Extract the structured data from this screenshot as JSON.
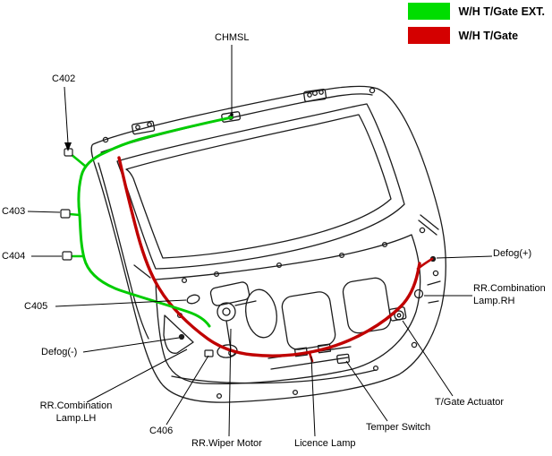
{
  "legend": {
    "items": [
      {
        "label": "W/H T/Gate EXT.",
        "color": "#00dd00"
      },
      {
        "label": "W/H T/Gate",
        "color": "#d40000"
      }
    ]
  },
  "wires": {
    "tgate_ext_color": "#00cc00",
    "tgate_color": "#c00000"
  },
  "callouts": {
    "chmsl": "CHMSL",
    "c402": "C402",
    "c403": "C403",
    "c404": "C404",
    "c405": "C405",
    "defog_minus": "Defog(-)",
    "rr_combination_lh": {
      "line1": "RR.Combination",
      "line2": "Lamp.LH"
    },
    "c406": "C406",
    "rr_wiper_motor": "RR.Wiper Motor",
    "licence_lamp": "Licence Lamp",
    "temper_switch": "Temper Switch",
    "tgate_actuator": "T/Gate Actuator",
    "rr_combination_rh": {
      "line1": "RR.Combination",
      "line2": "Lamp.RH"
    },
    "defog_plus": "Defog(+)"
  }
}
